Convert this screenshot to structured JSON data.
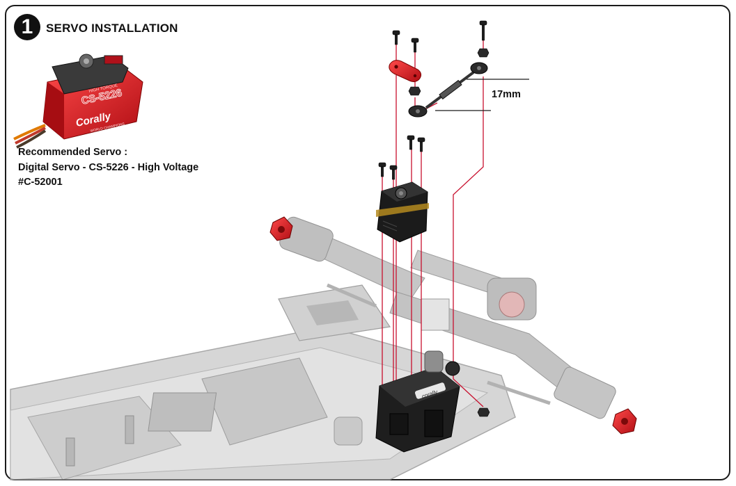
{
  "step": {
    "number": "1",
    "title": "SERVO INSTALLATION"
  },
  "recommendation": {
    "line1": "Recommended Servo :",
    "line2": "Digital Servo - CS-5226 - High Voltage",
    "line3": "#C-52001"
  },
  "servo_image": {
    "brand_text": "Corally",
    "model_text": "CS-5226",
    "badge_text": "HIGH TORQUE",
    "footer_text": "WORLD CHAMPIONS"
  },
  "assembly_servo_brand": "corally",
  "dimension": {
    "label": "17mm"
  },
  "colors": {
    "accent_red": "#d81f26",
    "line_red": "#c8102e",
    "chassis_gray": "#b8b8b8",
    "part_black": "#1c1c1c"
  }
}
